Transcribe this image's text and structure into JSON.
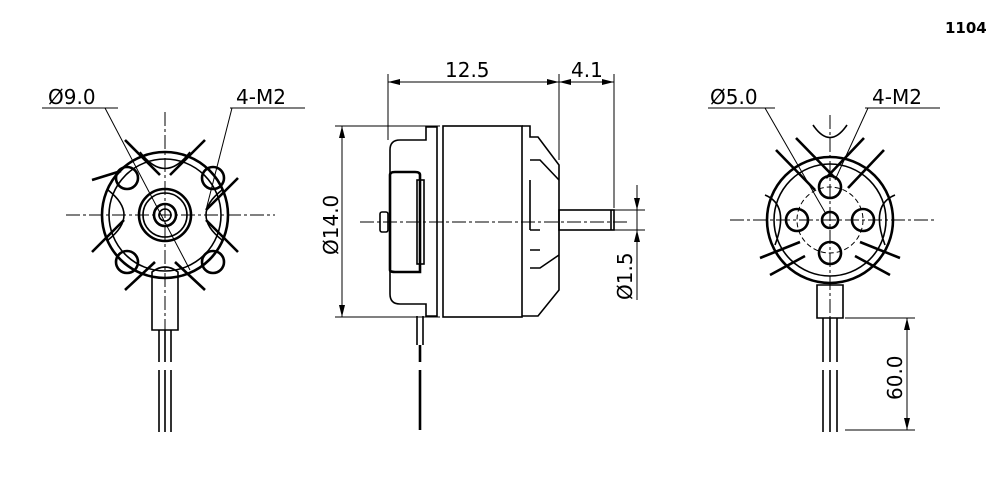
{
  "model": "1104",
  "front_view": {
    "hub_diameter": "Ø9.0",
    "screw_holes": "4-M2"
  },
  "side_view": {
    "body_length": "12.5",
    "shaft_length": "4.1",
    "body_diameter": "Ø14.0",
    "shaft_diameter": "Ø1.5"
  },
  "rear_view": {
    "center_diameter": "Ø5.0",
    "screw_holes": "4-M2",
    "wire_length": "60.0"
  },
  "colors": {
    "line": "#000000",
    "background": "#ffffff"
  }
}
